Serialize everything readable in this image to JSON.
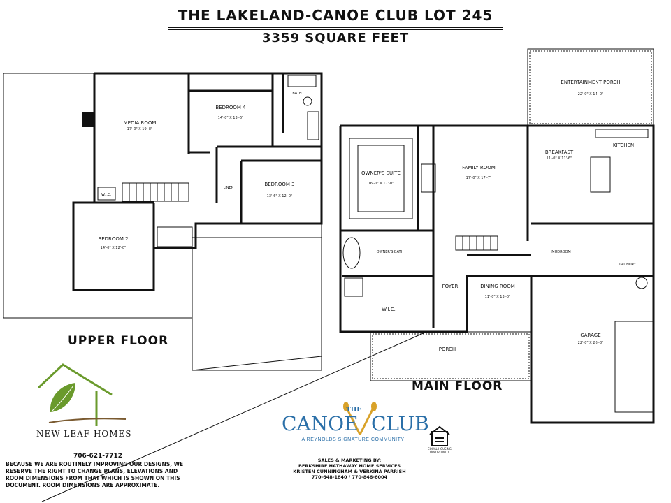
{
  "header": {
    "title": "THE LAKELAND-CANOE CLUB LOT 245",
    "subtitle": "3359 SQUARE FEET"
  },
  "labels": {
    "upper_floor": "UPPER FLOOR",
    "main_floor": "MAIN FLOOR"
  },
  "upper_rooms": {
    "media_room": "MEDIA ROOM",
    "media_room_dim": "17'-0\" X 19'-8\"",
    "bedroom4": "BEDROOM 4",
    "bedroom4_dim": "14'-0\" X 13'-6\"",
    "bedroom3": "BEDROOM 3",
    "bedroom3_dim": "13'-6\" X 12'-0\"",
    "bedroom2": "BEDROOM 2",
    "bedroom2_dim": "14'-0\" X 12'-0\"",
    "bath": "BATH",
    "wic": "W.I.C.",
    "linen": "LINEN"
  },
  "main_rooms": {
    "entertainment_porch": "ENTERTAINMENT PORCH",
    "entertainment_porch_dim": "22'-0\" X 14'-0\"",
    "owners_suite": "OWNER'S SUITE",
    "owners_suite_dim": "16'-0\" X 17'-0\"",
    "family_room": "FAMILY ROOM",
    "family_room_dim": "17'-0\" X 17'-7\"",
    "breakfast": "BREAKFAST",
    "breakfast_dim": "11'-0\" X 11'-6\"",
    "kitchen": "KITCHEN",
    "owners_bath": "OWNER'S BATH",
    "wic": "W.I.C.",
    "foyer": "FOYER",
    "dining_room": "DINING ROOM",
    "dining_room_dim": "11'-0\" X 13'-0\"",
    "mudroom": "MUDROOM",
    "laundry": "LAUNDRY",
    "garage": "GARAGE",
    "garage_dim": "22'-0\" X 26'-8\"",
    "porch": "PORCH"
  },
  "branding": {
    "new_leaf": "NEW LEAF HOMES",
    "canoe_the": "THE",
    "canoe_name_left": "CANOE",
    "canoe_name_right": "CLUB",
    "canoe_tagline": "A REYNOLDS SIGNATURE COMMUNITY",
    "phone": "706-621-7712",
    "disclaimer": "BECAUSE WE ARE ROUTINELY IMPROVING OUR DESIGNS, WE RESERVE THE RIGHT TO CHANGE PLANS, ELEVATIONS AND ROOM DIMENSIONS FROM THAT WHICH IS SHOWN ON THIS DOCUMENT. ROOM DIMENSIONS ARE APPROXIMATE.",
    "sales_line1": "SALES & MARKETING BY:",
    "sales_line2": "BERKSHIRE HATHAWAY HOME SERVICES",
    "sales_line3": "KRISTEN CUNNINGHAM & VERKINA PARRISH",
    "sales_line4": "770-648-1840 / 770-846-6004",
    "equal_housing": "EQUAL HOUSING OPPORTUNITY"
  },
  "colors": {
    "canoe_blue": "#2a6fa8",
    "canoe_gold": "#d9a229",
    "leaf_green": "#6a9a2c"
  }
}
